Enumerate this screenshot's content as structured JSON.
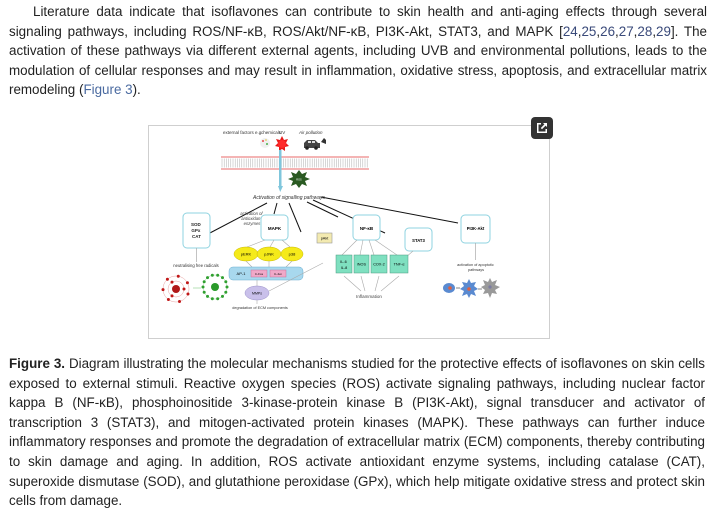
{
  "intro": {
    "text_1": "Literature data indicate that isoflavones can contribute to skin health and anti-aging effects through several signaling pathways, including ROS/NF-κB, ROS/Akt/NF-κB, PI3K-Akt, STAT3, and MAPK [",
    "refs": [
      "24",
      "25",
      "26",
      "27",
      "28",
      "29"
    ],
    "text_2": "]. The activation of these pathways via different external agents, including UVB and environmental pollutions, leads to the modulation of cellular responses and may result in inflammation, oxidative stress, apoptosis, and extracellular matrix remodeling (",
    "figure_link": "Figure 3",
    "text_3": ")."
  },
  "figure": {
    "expand_button_icon": "open-in-new-window-icon",
    "diagram": {
      "external_factors": "external factors e.g.",
      "chemicals": "chemicals",
      "uv": "UV",
      "air_pollution": "Air pollution",
      "ros": "ROS",
      "activation": "Activation of signalling pathways",
      "antioxidant_label": [
        "activation of",
        "antioxidant",
        "enzymes"
      ],
      "enzymes": [
        "SOD",
        "GPx",
        "CAT"
      ],
      "mapk": "MAPK",
      "pakt": "pAkt",
      "nfkb": "NF-κB",
      "stat3": "STAT3",
      "pi3k": "PI3K-Akt",
      "kinases": [
        "pERK",
        "pJNK",
        "p38"
      ],
      "ap1": "AP-1",
      "cfos": "C-Fos",
      "cjun": "C-Jun",
      "mmps": "MMPs",
      "ecm_label": "degradation of ECM components",
      "neutralising": "neutralising free radicals",
      "cytokines": [
        "IL-6",
        "IL-8",
        "iNOS",
        "COX-2",
        "TNF-α"
      ],
      "inflammation": "Inflammation",
      "apoptotic": [
        "activation of apoptotic",
        "pathways"
      ]
    }
  },
  "caption": {
    "label": "Figure 3.",
    "text": " Diagram illustrating the molecular mechanisms studied for the protective effects of isoflavones on skin cells exposed to external stimuli. Reactive oxygen species (ROS) activate signaling pathways, including nuclear factor kappa B (NF-κB), phosphoinositide 3-kinase-protein kinase B (PI3K-Akt), signal transducer and activator of transcription 3 (STAT3), and mitogen-activated protein kinases (MAPK). These pathways can further induce inflammatory responses and promote the degradation of extracellular matrix (ECM) components, thereby contributing to skin damage and aging. In addition, ROS activate antioxidant enzyme systems, including catalase (CAT), superoxide dismutase (SOD), and glutathione peroxidase (GPx), which help mitigate oxidative stress and protect skin cells from damage."
  },
  "colors": {
    "ref_link": "#3a4a7a",
    "figure_link": "#4a6aa0",
    "box_border": "#8fd3e0",
    "kinase_fill": "#f5ea1a",
    "ap1_fill": "#a8d8ee",
    "cytokine_fill": "#7fe0c0",
    "mmps_fill": "#c9c0ea",
    "pakt_fill": "#f3eab0"
  }
}
